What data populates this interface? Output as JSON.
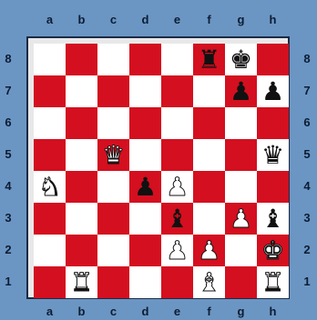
{
  "files": [
    "a",
    "b",
    "c",
    "d",
    "e",
    "f",
    "g",
    "h"
  ],
  "ranks": [
    "8",
    "7",
    "6",
    "5",
    "4",
    "3",
    "2",
    "1"
  ],
  "colors": {
    "background": "#6b96c3",
    "dark_square": "#d40f1f",
    "light_square": "#ffffff"
  },
  "pieces": [
    {
      "square": "f8",
      "color": "black",
      "type": "rook",
      "glyph": "♜"
    },
    {
      "square": "g8",
      "color": "black",
      "type": "king",
      "glyph": "♚"
    },
    {
      "square": "g7",
      "color": "black",
      "type": "pawn",
      "glyph": "♟"
    },
    {
      "square": "h7",
      "color": "black",
      "type": "pawn",
      "glyph": "♟"
    },
    {
      "square": "c5",
      "color": "white",
      "type": "queen",
      "glyph": "♛"
    },
    {
      "square": "h5",
      "color": "black",
      "type": "queen",
      "glyph": "♛"
    },
    {
      "square": "a4",
      "color": "white",
      "type": "knight",
      "glyph": "♞"
    },
    {
      "square": "d4",
      "color": "black",
      "type": "pawn",
      "glyph": "♟"
    },
    {
      "square": "e4",
      "color": "white",
      "type": "pawn",
      "glyph": "♟"
    },
    {
      "square": "e3",
      "color": "black",
      "type": "bishop",
      "glyph": "♝"
    },
    {
      "square": "g3",
      "color": "white",
      "type": "pawn",
      "glyph": "♟"
    },
    {
      "square": "h3",
      "color": "black",
      "type": "bishop",
      "glyph": "♝"
    },
    {
      "square": "e2",
      "color": "white",
      "type": "pawn",
      "glyph": "♟"
    },
    {
      "square": "f2",
      "color": "white",
      "type": "pawn",
      "glyph": "♟"
    },
    {
      "square": "h2",
      "color": "white",
      "type": "king",
      "glyph": "♚"
    },
    {
      "square": "b1",
      "color": "white",
      "type": "rook",
      "glyph": "♜"
    },
    {
      "square": "f1",
      "color": "white",
      "type": "bishop",
      "glyph": "♝"
    },
    {
      "square": "h1",
      "color": "white",
      "type": "rook",
      "glyph": "♜"
    }
  ]
}
